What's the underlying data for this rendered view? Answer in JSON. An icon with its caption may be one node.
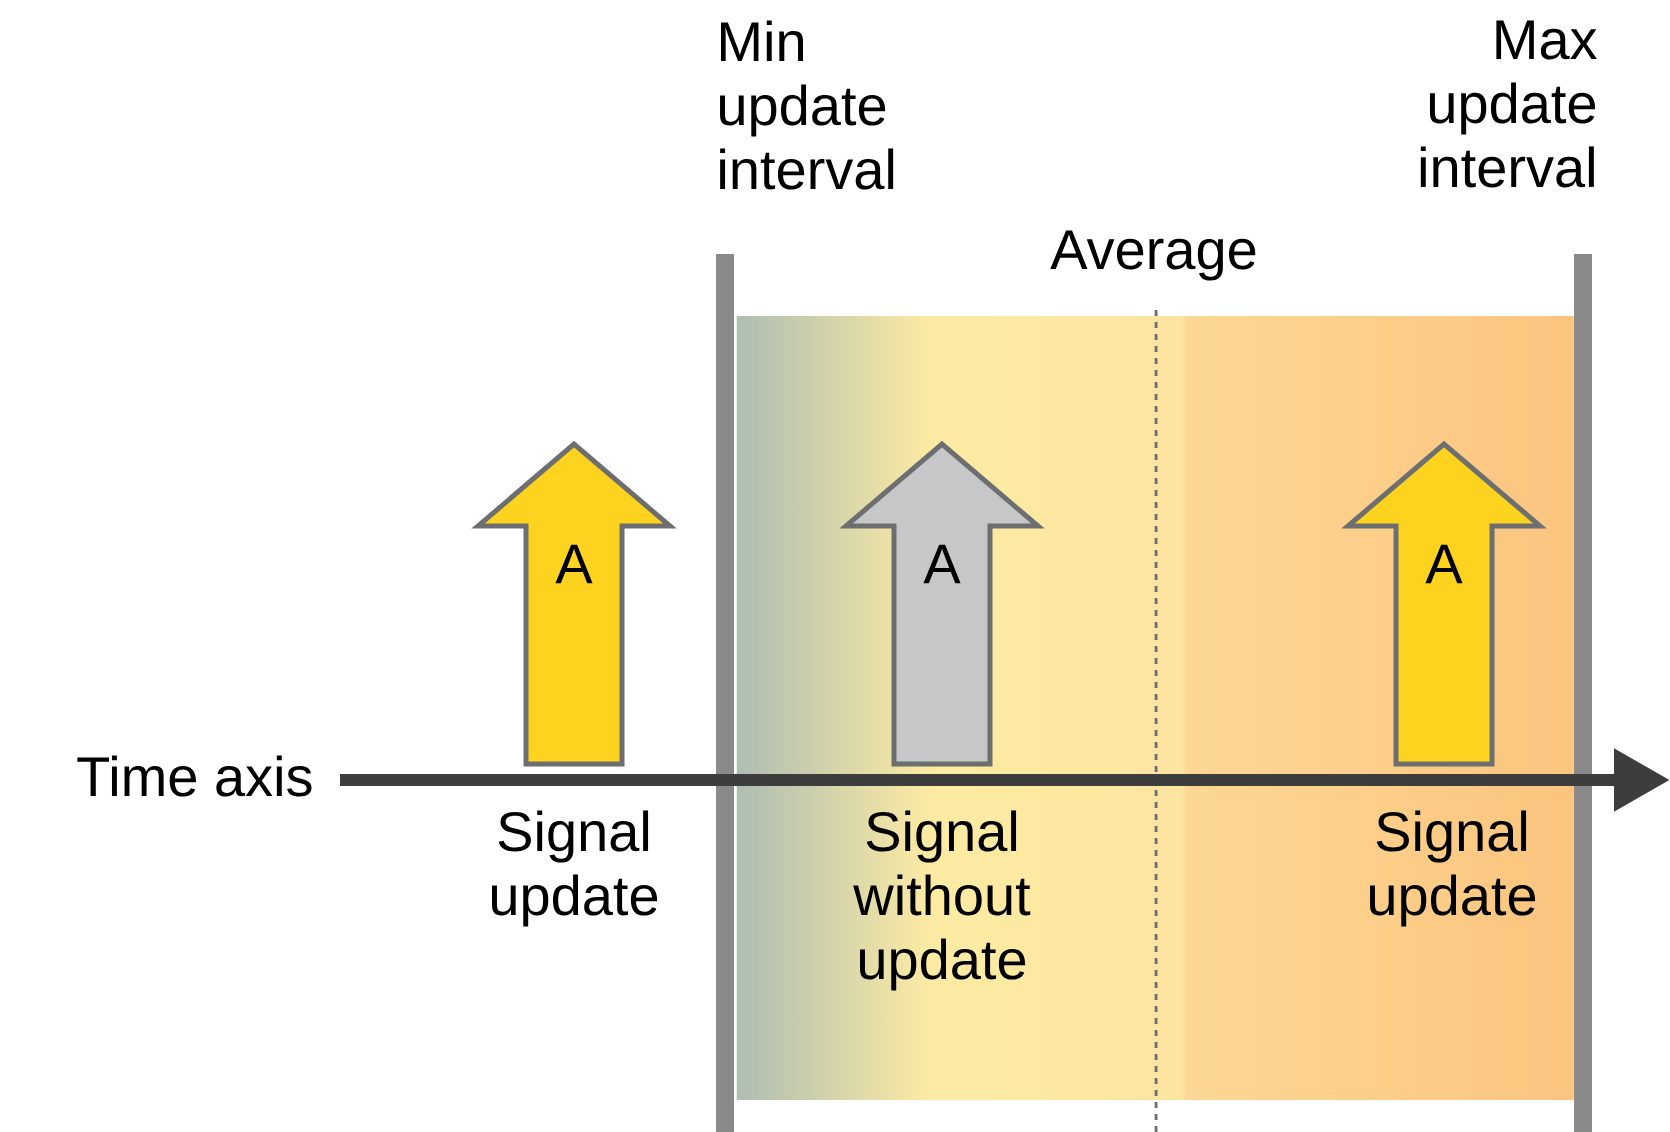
{
  "diagram": {
    "nodes": [
      {
        "text": [
          "A"
        ],
        "beside": [
          "Signal update"
        ]
      },
      {
        "text": [
          "A"
        ],
        "beside": [
          "Signal without update"
        ]
      },
      {
        "text": [
          "A"
        ],
        "beside": [
          "Signal update"
        ]
      }
    ],
    "labels": [
      "Min update interval",
      "Max update interval",
      "Average",
      "Time axis"
    ]
  }
}
